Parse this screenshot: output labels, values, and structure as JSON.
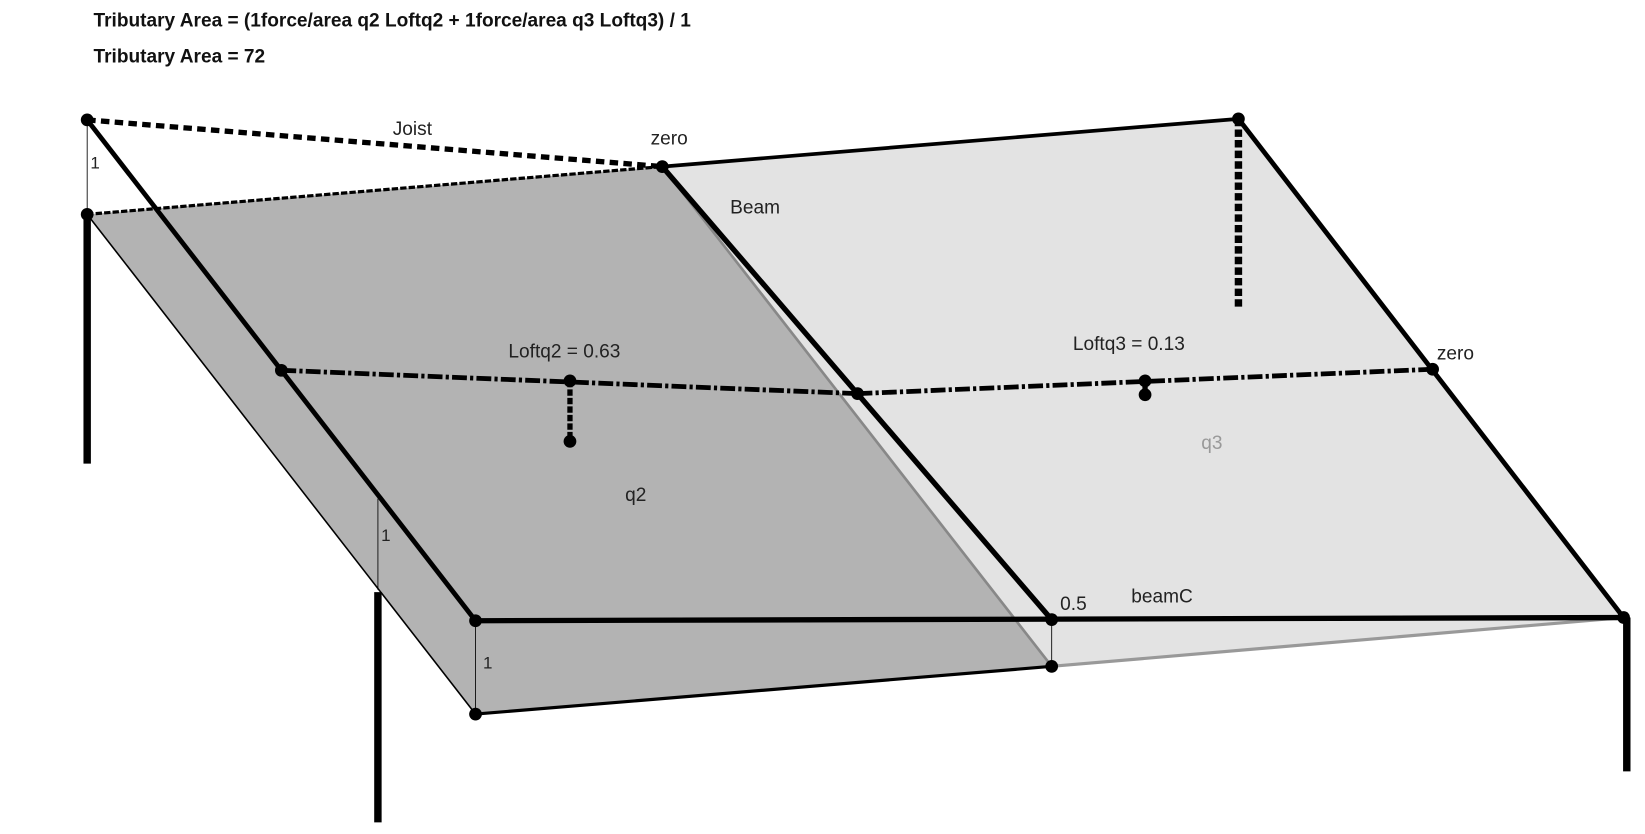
{
  "header": {
    "formula": "Tributary Area = (1force/area q2 Loftq2 + 1force/area q3 Loftq3) / 1",
    "result": "Tributary Area = 72"
  },
  "labels": {
    "joist": "Joist",
    "zero_top": "zero",
    "beam": "Beam",
    "loftq2": "Loftq2 = 0.63",
    "loftq3": "Loftq3 = 0.13",
    "zero_right": "zero",
    "q3": "q3",
    "q2": "q2",
    "half": "0.5",
    "beamC": "beamC",
    "dim_left": "1",
    "dim_mid": "1",
    "dim_front": "1"
  },
  "colors": {
    "q2_surface": "#b3b3b3",
    "q3_surface": "#e3e3e3",
    "q3_label": "#999999"
  }
}
